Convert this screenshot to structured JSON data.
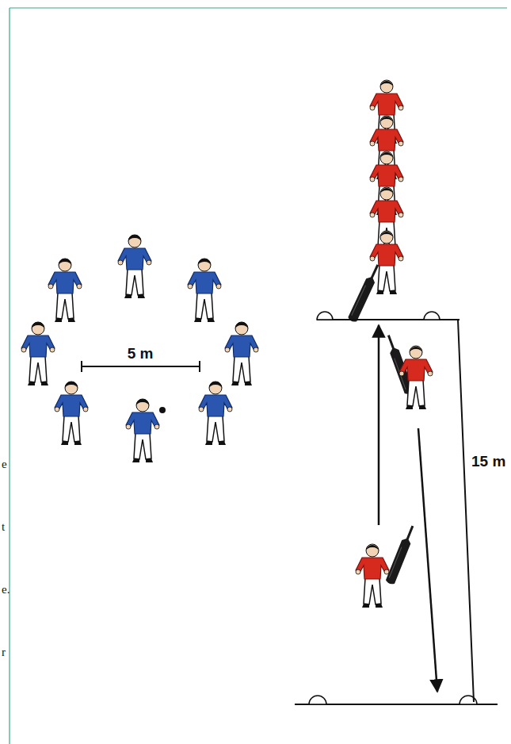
{
  "diagram": {
    "labels": [
      "5 m",
      "15 m",
      "e",
      "t",
      "e.",
      "r"
    ]
  }
}
